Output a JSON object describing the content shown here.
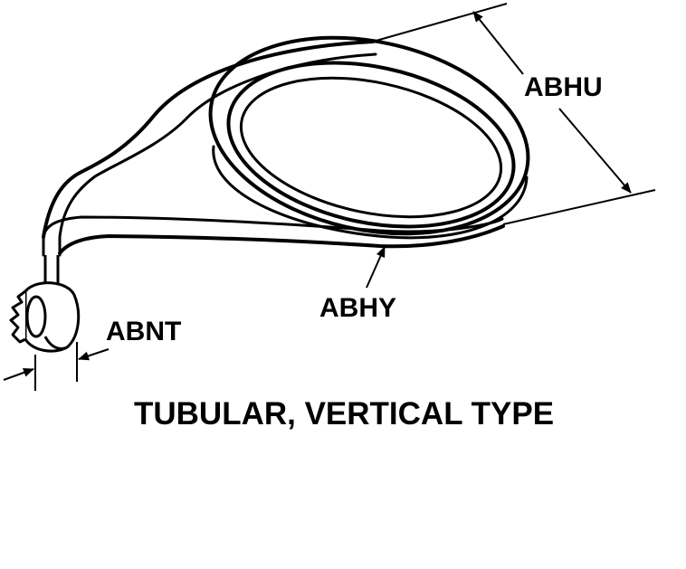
{
  "labels": {
    "abhu": "ABHU",
    "abhy": "ABHY",
    "abnt": "ABNT"
  },
  "caption": "TUBULAR, VERTICAL TYPE",
  "colors": {
    "ink": "#000000",
    "paper": "#ffffff"
  }
}
